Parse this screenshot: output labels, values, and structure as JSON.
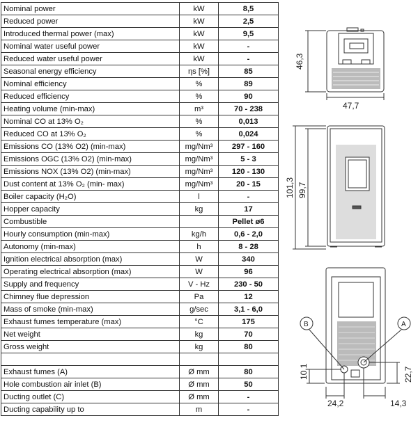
{
  "rows": [
    {
      "label": "Nominal power",
      "unit": "kW",
      "value": "8,5"
    },
    {
      "label": "Reduced power",
      "unit": "kW",
      "value": "2,5"
    },
    {
      "label": "Introduced thermal power (max)",
      "unit": "kW",
      "value": "9,5"
    },
    {
      "label": "Nominal water useful power",
      "unit": "kW",
      "value": "-"
    },
    {
      "label": "Reduced water useful power",
      "unit": "kW",
      "value": "-"
    },
    {
      "label": "Seasonal energy efficiency",
      "unit": "ηs [%]",
      "value": "85"
    },
    {
      "label": "Nominal efficiency",
      "unit": "%",
      "value": "89"
    },
    {
      "label": "Reduced efficiency",
      "unit": "%",
      "value": "90"
    },
    {
      "label": "Heating volume (min-max)",
      "unit": "m³",
      "value": "70 - 238"
    },
    {
      "label": "Nominal CO at 13% O₂",
      "unit": "%",
      "value": "0,013"
    },
    {
      "label": "Reduced CO at 13% O₂",
      "unit": "%",
      "value": "0,024"
    },
    {
      "label": "Emissions CO (13% O2) (min-max)",
      "unit": "mg/Nm³",
      "value": "297 - 160"
    },
    {
      "label": "Emissions OGC (13% O2)  (min-max)",
      "unit": "mg/Nm³",
      "value": "5 - 3"
    },
    {
      "label": "Emissions NOX (13% O2)  (min-max)",
      "unit": "mg/Nm³",
      "value": "120 - 130"
    },
    {
      "label": "Dust content at 13% O₂ (min- max)",
      "unit": "mg/Nm³",
      "value": "20 - 15"
    },
    {
      "label": "Boiler capacity (H₂O)",
      "unit": "l",
      "value": "-"
    },
    {
      "label": "Hopper capacity",
      "unit": "kg",
      "value": "17"
    },
    {
      "label": "Combustible",
      "unit": "",
      "value": "Pellet ø6"
    },
    {
      "label": "Hourly consumption (min-max)",
      "unit": "kg/h",
      "value": "0,6 - 2,0"
    },
    {
      "label": "Autonomy (min-max)",
      "unit": "h",
      "value": "8 - 28"
    },
    {
      "label": "Ignition electrical absorption (max)",
      "unit": "W",
      "value": "340"
    },
    {
      "label": "Operating electrical absorption (max)",
      "unit": "W",
      "value": "96"
    },
    {
      "label": "Supply and frequency",
      "unit": "V - Hz",
      "value": "230 - 50"
    },
    {
      "label": "Chimney flue depression",
      "unit": "Pa",
      "value": "12"
    },
    {
      "label": "Mass of smoke (min-max)",
      "unit": "g/sec",
      "value": "3,1 - 6,0"
    },
    {
      "label": "Exhaust fumes temperature (max)",
      "unit": "°C",
      "value": "175"
    },
    {
      "label": "Net weight",
      "unit": "kg",
      "value": "70"
    },
    {
      "label": "Gross weight",
      "unit": "kg",
      "value": "80"
    },
    {
      "label": "",
      "unit": "",
      "value": ""
    },
    {
      "label": "Exhaust fumes  (A)",
      "unit": "Ø mm",
      "value": "80"
    },
    {
      "label": "Hole combustion air inlet  (B)",
      "unit": "Ø mm",
      "value": "50"
    },
    {
      "label": "Ducting outlet  (C)",
      "unit": "Ø mm",
      "value": "-"
    },
    {
      "label": "Ducting capability up to",
      "unit": "m",
      "value": "-"
    }
  ],
  "drawing": {
    "top_view": {
      "depth": "46,3",
      "width": "47,7"
    },
    "front_view": {
      "height_total": "101,3",
      "height_body": "99,7"
    },
    "rear_view": {
      "outlet_height_b": "10,1",
      "outlet_height_a": "22,7",
      "offset_left": "24,2",
      "offset_right": "14,3",
      "label_a": "A",
      "label_b": "B"
    }
  }
}
